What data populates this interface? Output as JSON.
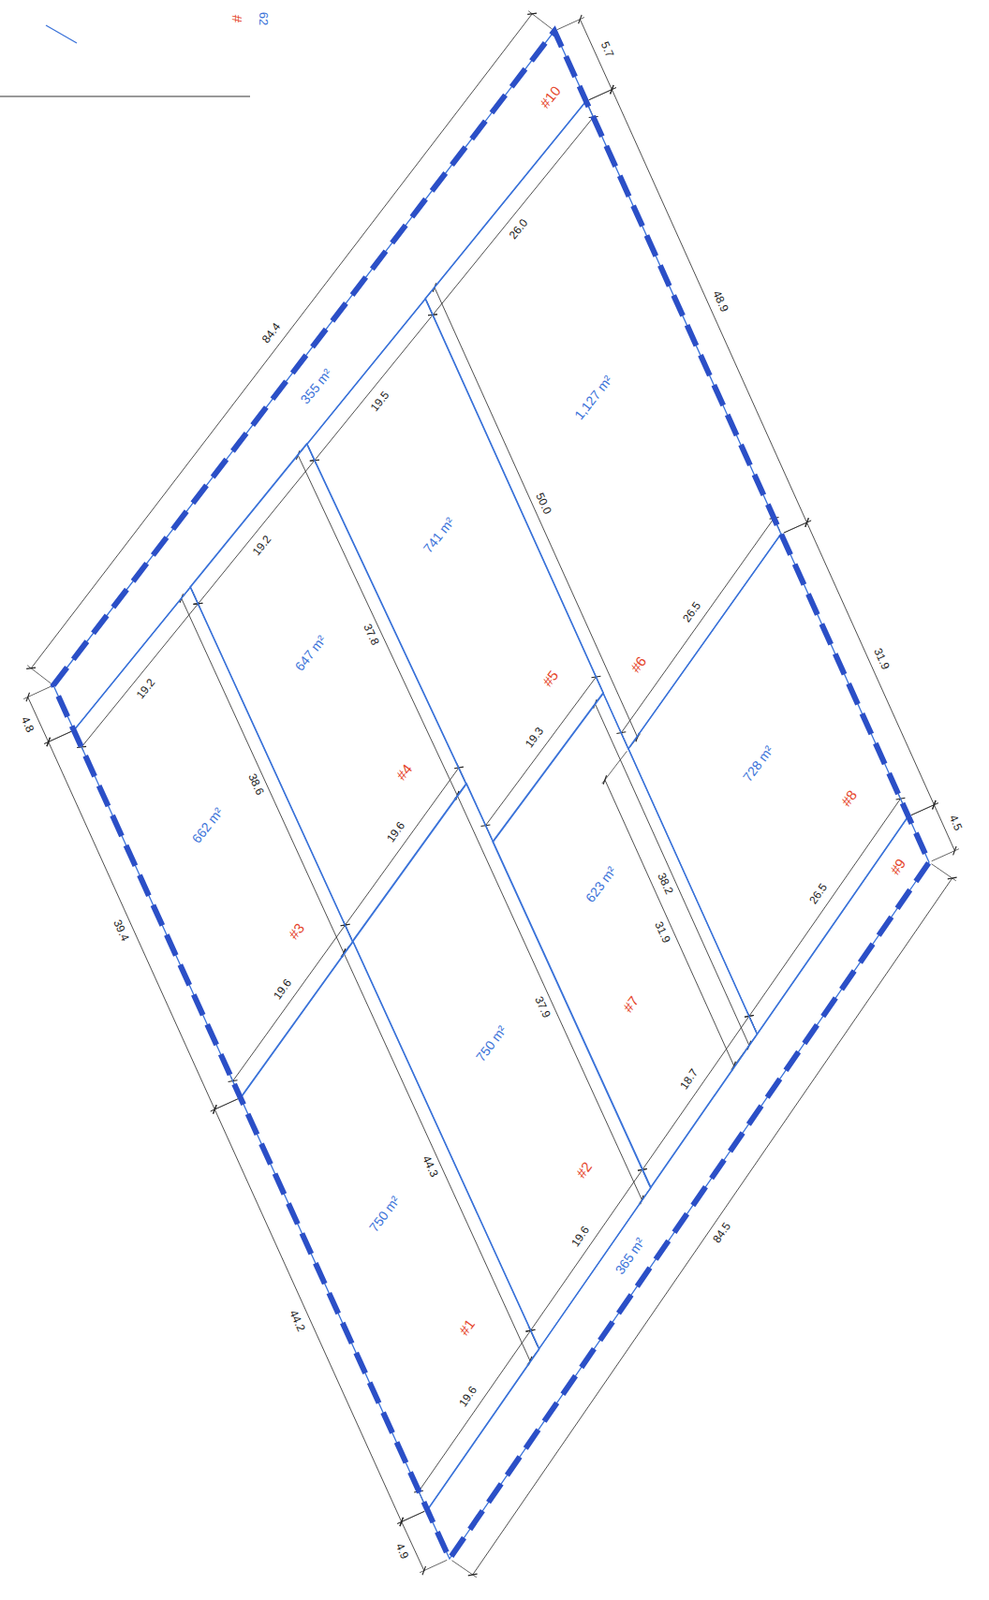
{
  "diagram": {
    "nodes": [
      {
        "text": [
          "#1",
          "750 m²"
        ]
      },
      {
        "text": [
          "#2",
          "750 m²"
        ]
      },
      {
        "text": [
          "#3",
          "662 m²"
        ]
      },
      {
        "text": [
          "#4",
          "647 m²"
        ]
      },
      {
        "text": [
          "#5",
          "741 m²"
        ]
      },
      {
        "text": [
          "#6",
          "1,127 m²"
        ]
      },
      {
        "text": [
          "#7",
          "623 m²"
        ]
      },
      {
        "text": [
          "#8",
          "728 m²"
        ]
      },
      {
        "text": [
          "#9",
          "365 m²"
        ]
      },
      {
        "text": [
          "#10",
          "355 m²"
        ]
      }
    ],
    "labels": [
      "#",
      "62",
      "84.4",
      "5.7",
      "4.8",
      "19.2",
      "19.2",
      "19.5",
      "26.0",
      "39.4",
      "38.6",
      "37.8",
      "50.0",
      "48.9",
      "19.6",
      "19.6",
      "19.3",
      "26.5",
      "44.2",
      "44.3",
      "37.9",
      "38.2",
      "31.9",
      "31.9",
      "4.5",
      "19.6",
      "19.6",
      "18.7",
      "26.5",
      "4.9",
      "84.5"
    ]
  }
}
